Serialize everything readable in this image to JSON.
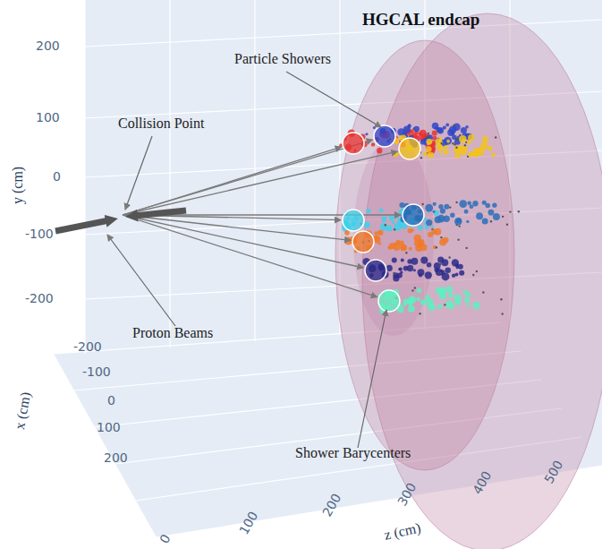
{
  "diagram": {
    "labels": [
      "HGCAL endcap",
      "Particle Showers",
      "Collision Point",
      "Proton Beams",
      "Shower Barycenters",
      "y (cm)",
      "200",
      "100",
      "0",
      "-100",
      "-200",
      "x (cm)",
      "-200",
      "-100",
      "0",
      "100",
      "200",
      "z (cm)",
      "0",
      "100",
      "200",
      "300",
      "400",
      "500"
    ]
  }
}
